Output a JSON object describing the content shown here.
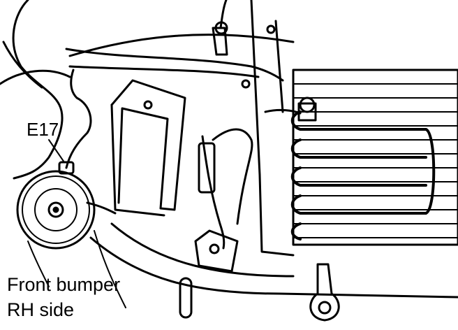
{
  "diagram": {
    "callouts": {
      "horn_connector": "E17"
    },
    "caption": {
      "line1": "Front bumper",
      "line2": "RH side"
    },
    "colors": {
      "ink": "#000000",
      "paper": "#ffffff"
    }
  }
}
